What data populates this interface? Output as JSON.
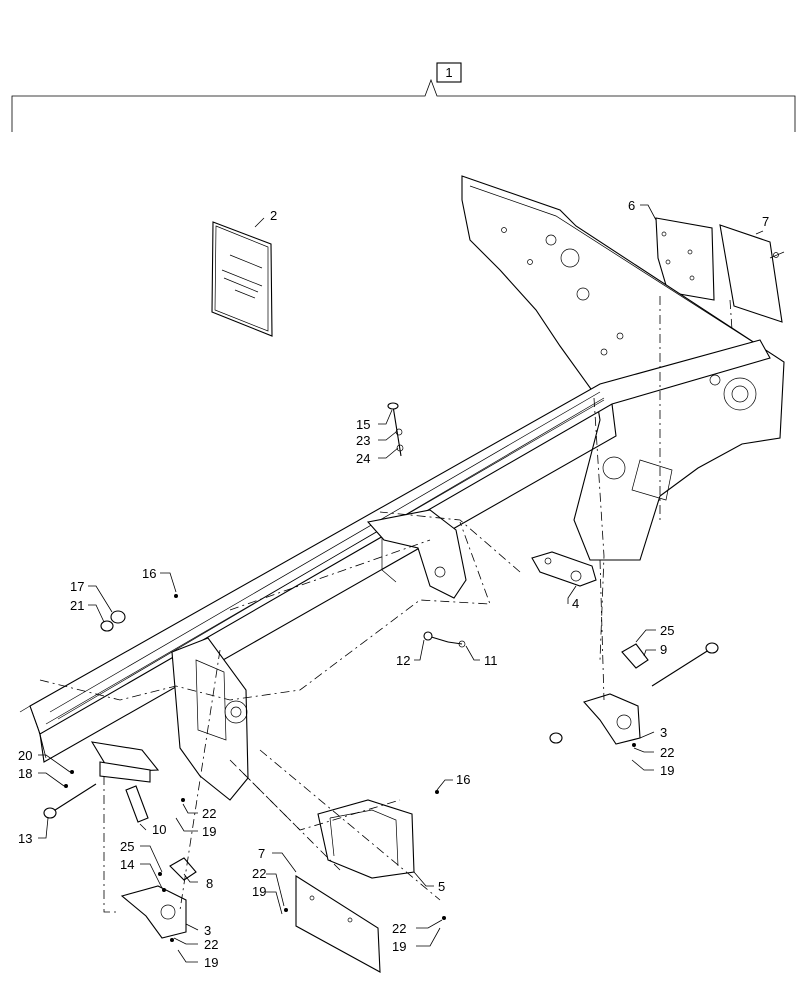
{
  "diagram": {
    "assembly_label": "1",
    "callouts": {
      "c2": "2",
      "c6": "6",
      "c7a": "7",
      "c15": "15",
      "c23": "23",
      "c24": "24",
      "c16a": "16",
      "c17": "17",
      "c21": "21",
      "c4": "4",
      "c12": "12",
      "c11": "11",
      "c25a": "25",
      "c9": "9",
      "c3a": "3",
      "c22a": "22",
      "c19a": "19",
      "c20": "20",
      "c18": "18",
      "c13": "13",
      "c10": "10",
      "c22b": "22",
      "c19b": "19",
      "c16b": "16",
      "c25b": "25",
      "c14": "14",
      "c8": "8",
      "c7b": "7",
      "c22c": "22",
      "c19c": "19",
      "c5": "5",
      "c3b": "3",
      "c22d": "22",
      "c19d": "19",
      "c22e": "22",
      "c19e": "19"
    }
  }
}
